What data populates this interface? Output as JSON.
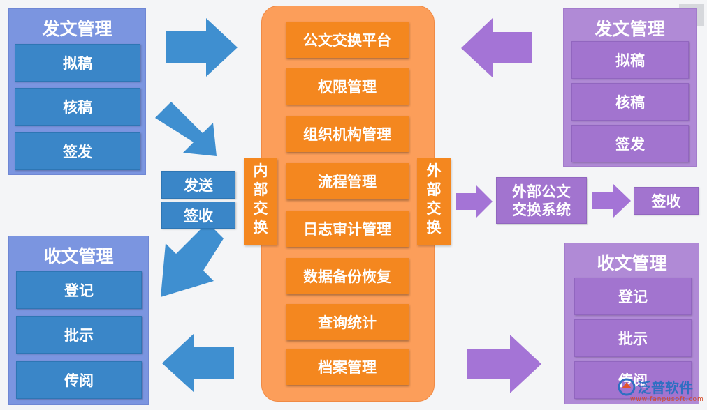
{
  "left_send": {
    "title": "发文管理",
    "items": [
      "拟稿",
      "核稿",
      "签发"
    ]
  },
  "left_recv": {
    "title": "收文管理",
    "items": [
      "登记",
      "批示",
      "传阅"
    ]
  },
  "right_send": {
    "title": "发文管理",
    "items": [
      "拟稿",
      "核稿",
      "签发"
    ]
  },
  "right_recv": {
    "title": "收文管理",
    "items": [
      "登记",
      "批示",
      "传阅"
    ]
  },
  "center": {
    "items": [
      "公文交换平台",
      "权限管理",
      "组织机构管理",
      "流程管理",
      "日志审计管理",
      "数据备份恢复",
      "查询统计",
      "档案管理"
    ]
  },
  "internal_exchange": [
    "内",
    "部",
    "交",
    "换"
  ],
  "external_exchange": [
    "外",
    "部",
    "交",
    "换"
  ],
  "send_label": "发送",
  "receive_label": "签收",
  "external_system": [
    "外部公文",
    "交换系统"
  ],
  "external_receive": "签收",
  "close_symbol": "✕",
  "logo": {
    "text": "泛普软件",
    "url": "www.fanpusoft.com"
  },
  "colors": {
    "blue_arrow": "#3f8fd0",
    "purple_arrow": "#a474d6",
    "orange": "#f4871f"
  }
}
